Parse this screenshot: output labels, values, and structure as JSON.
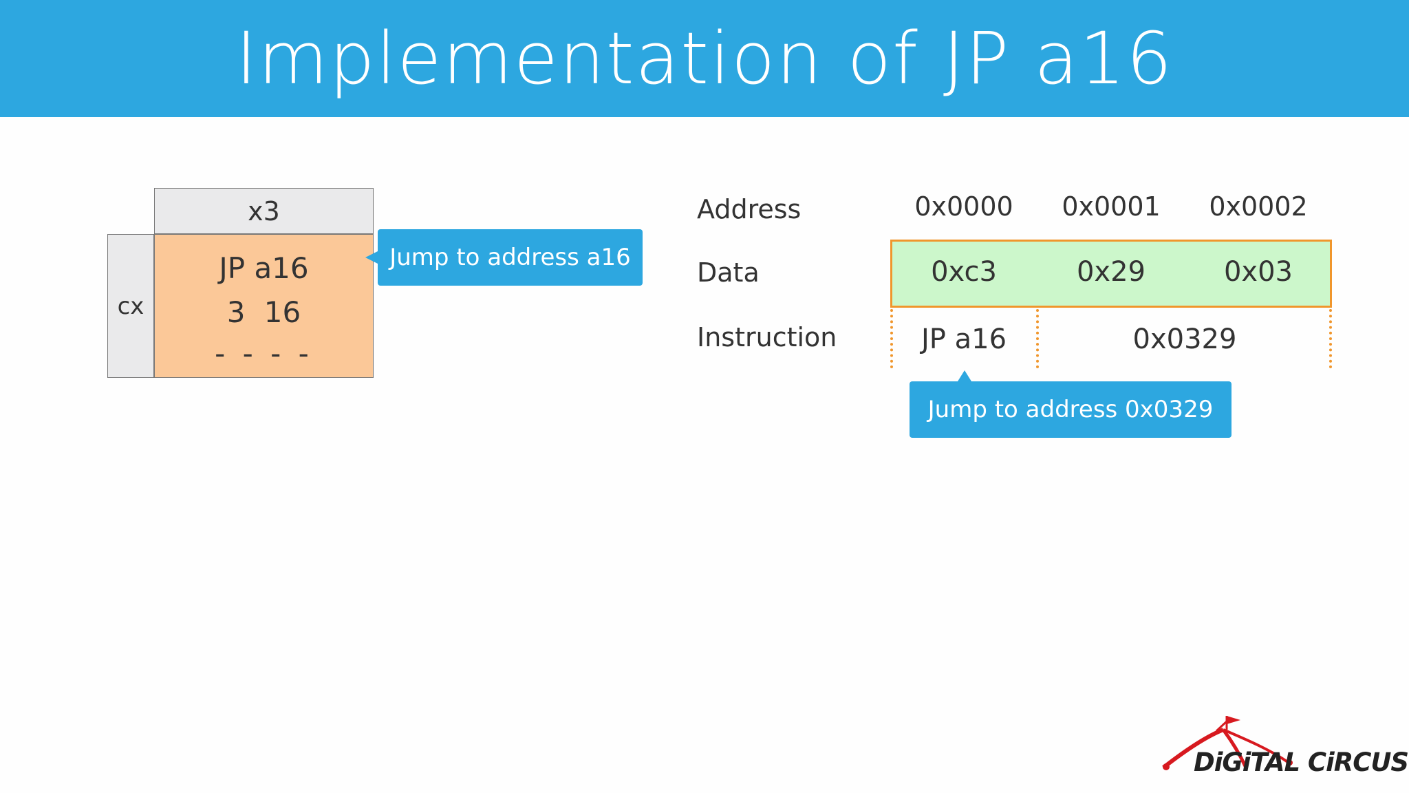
{
  "header": {
    "title": "Implementation of JP a16"
  },
  "opcode_table": {
    "column_header": "x3",
    "row_header": "cx",
    "cell": {
      "mnemonic": "JP a16",
      "size_cycles": "3  16",
      "flags": "- - - -"
    },
    "callout": "Jump to address a16"
  },
  "memory_table": {
    "row_labels": {
      "address": "Address",
      "data": "Data",
      "instruction": "Instruction"
    },
    "addresses": [
      "0x0000",
      "0x0001",
      "0x0002"
    ],
    "data": [
      "0xc3",
      "0x29",
      "0x03"
    ],
    "instruction": {
      "opcode": "JP a16",
      "operand": "0x0329"
    },
    "callout": "Jump to address  0x0329"
  },
  "logo": {
    "text": "DiGiTAL CiRCUS"
  },
  "colors": {
    "header_bg": "#2da7e0",
    "callout_bg": "#2da7e0",
    "opcode_cell": "#fbc898",
    "header_cell": "#eaeaeb",
    "data_row": "#ccf7cb",
    "data_border": "#f0962c",
    "logo_red": "#d7191f"
  }
}
